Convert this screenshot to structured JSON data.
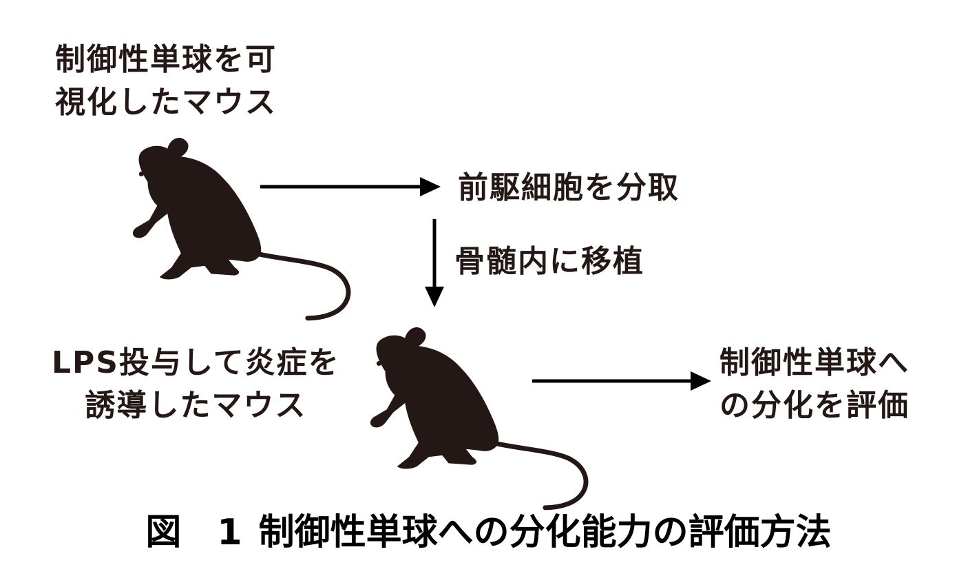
{
  "source_mouse": {
    "label_lines": [
      "制御性単球を可",
      "視化したマウス"
    ],
    "icon": "mouse-silhouette-icon"
  },
  "step_sort": {
    "label": "前駆細胞を分取"
  },
  "step_transplant": {
    "label": "骨髄内に移植"
  },
  "recipient_mouse": {
    "label_lines": [
      "LPS投与して炎症を",
      "誘導したマウス"
    ],
    "icon": "mouse-silhouette-icon"
  },
  "result": {
    "label_lines": [
      "制御性単球へ",
      "の分化を評価"
    ]
  },
  "caption": {
    "figure_number": "図　1",
    "title": "制御性単球への分化能力の評価方法"
  },
  "colors": {
    "silhouette": "#231815",
    "arrow": "#000000",
    "text": "#231815"
  }
}
